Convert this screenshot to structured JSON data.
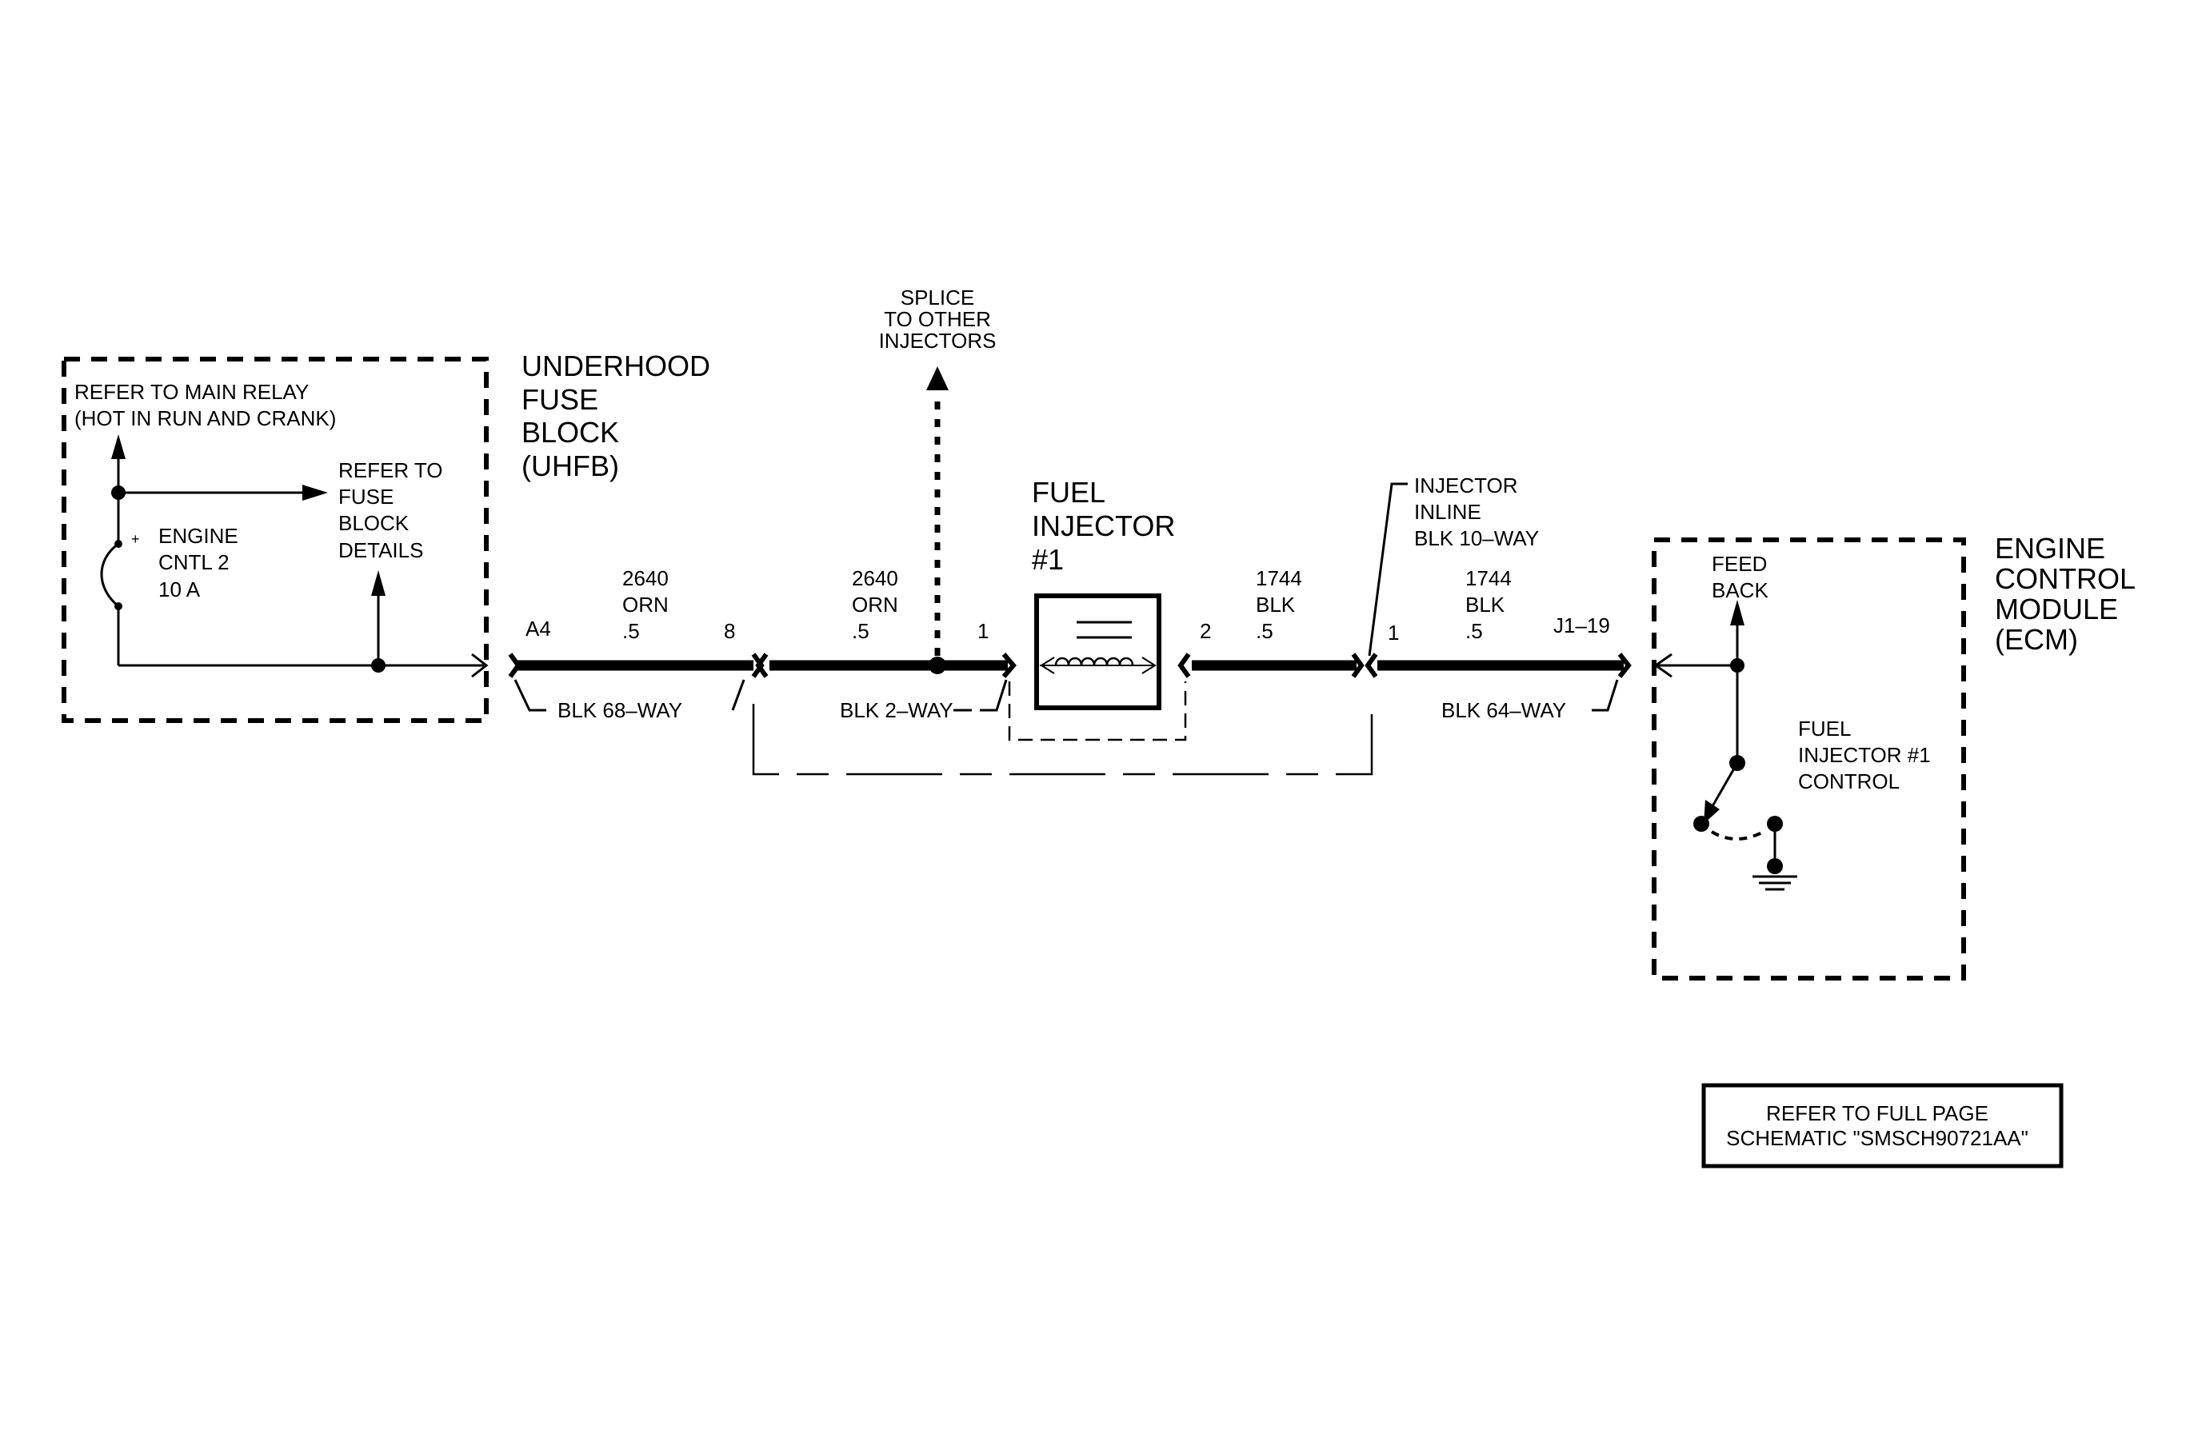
{
  "labels": {
    "main_relay_line1": "REFER TO MAIN RELAY",
    "main_relay_line2": "(HOT IN RUN AND CRANK)",
    "fuse_plus": "+",
    "fuse_line1": "ENGINE",
    "fuse_line2": "CNTL 2",
    "fuse_line3": "10 A",
    "refer_fuse_line1": "REFER TO",
    "refer_fuse_line2": "FUSE",
    "refer_fuse_line3": "BLOCK",
    "refer_fuse_line4": "DETAILS",
    "uhfb_line1": "UNDERHOOD",
    "uhfb_line2": "FUSE",
    "uhfb_line3": "BLOCK",
    "uhfb_line4": "(UHFB)",
    "splice_line1": "SPLICE",
    "splice_line2": "TO OTHER",
    "splice_line3": "INJECTORS",
    "injector_line1": "FUEL",
    "injector_line2": "INJECTOR",
    "injector_line3": "#1",
    "inline_line1": "INJECTOR",
    "inline_line2": "INLINE",
    "inline_line3": "BLK 10–WAY",
    "ecm_line1": "ENGINE",
    "ecm_line2": "CONTROL",
    "ecm_line3": "MODULE",
    "ecm_line4": "(ECM)",
    "feedback_line1": "FEED",
    "feedback_line2": "BACK",
    "control_line1": "FUEL",
    "control_line2": "INJECTOR #1",
    "control_line3": "CONTROL",
    "note_line1": "REFER TO FULL PAGE",
    "note_line2": "SCHEMATIC \"SMSCH90721AA\""
  },
  "wires": [
    {
      "circuit": "2640",
      "color": "ORN",
      "gauge": ".5"
    },
    {
      "circuit": "2640",
      "color": "ORN",
      "gauge": ".5"
    },
    {
      "circuit": "1744",
      "color": "BLK",
      "gauge": ".5"
    },
    {
      "circuit": "1744",
      "color": "BLK",
      "gauge": ".5"
    }
  ],
  "pins": {
    "uhfb_a4": "A4",
    "uhfb_8": "8",
    "c2way_1": "1",
    "inj_2": "2",
    "inline_1": "1",
    "ecm_j1_19": "J1–19"
  },
  "connectors": {
    "uhfb": "BLK 68–WAY",
    "two_way": "BLK 2–WAY",
    "ecm": "BLK 64–WAY"
  }
}
